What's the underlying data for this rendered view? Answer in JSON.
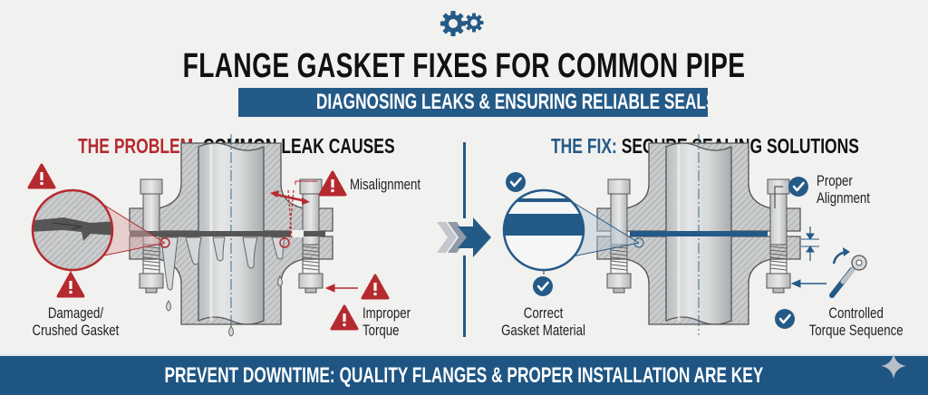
{
  "header": {
    "icon": "gears-icon",
    "title": "FLANGE GASKET FIXES FOR COMMON PIPE PROBLEMS",
    "subtitle": "DIAGNOSING LEAKS & ENSURING RELIABLE SEALS"
  },
  "problem": {
    "title_prefix": "THE PROBLEM:",
    "title_rest": "COMMON LEAK CAUSES",
    "labels": {
      "misalignment": "Misalignment",
      "damaged_line1": "Damaged/",
      "damaged_line2": "Crushed Gasket",
      "torque_line1": "Improper",
      "torque_line2": "Torque"
    }
  },
  "fix": {
    "title_prefix": "THE FIX:",
    "title_rest": "SECURE SEALING SOLUTIONS",
    "labels": {
      "alignment_line1": "Proper",
      "alignment_line2": "Alignment",
      "material_line1": "Correct",
      "material_line2": "Gasket Material",
      "torque_line1": "Controlled",
      "torque_line2": "Torque Sequence"
    }
  },
  "footer": {
    "text": "PREVENT DOWNTIME: QUALITY FLANGES & PROPER INSTALLATION ARE KEY"
  },
  "colors": {
    "brand_blue": "#245a87",
    "warning_red": "#b52a2f",
    "metal_gray": "#c9cbcc",
    "background": "#f1f1ef"
  }
}
